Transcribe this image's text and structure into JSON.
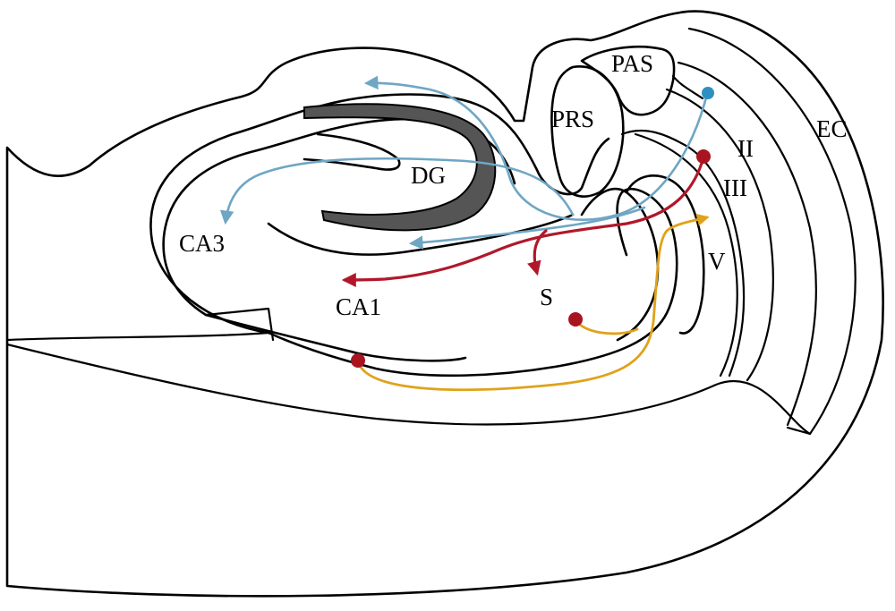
{
  "labels": {
    "pas": "PAS",
    "prs": "PRS",
    "ec": "EC",
    "dg": "DG",
    "ca3": "CA3",
    "ca1": "CA1",
    "s": "S",
    "layer_ii": "II",
    "layer_iii": "III",
    "layer_v": "V"
  },
  "colors": {
    "blue_pathway": "#6fa6c4",
    "blue_dot": "#2f8fc0",
    "red_pathway": "#b0182a",
    "red_dot": "#a8141f",
    "orange_pathway": "#e0a21a",
    "dg_fill": "#555555",
    "outline": "#000000"
  }
}
